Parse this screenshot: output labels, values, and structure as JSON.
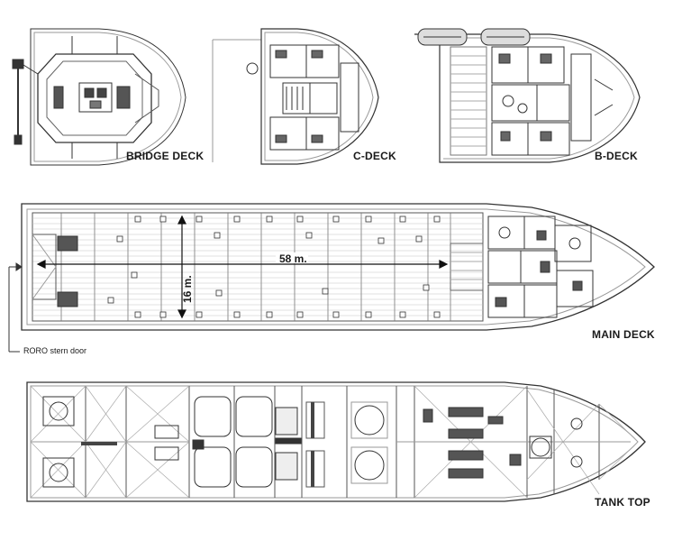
{
  "decks": {
    "bridge": {
      "label": "BRIDGE DECK"
    },
    "c_deck": {
      "label": "C-DECK"
    },
    "b_deck": {
      "label": "B-DECK"
    },
    "main": {
      "label": "MAIN DECK",
      "length_dim": "58 m.",
      "width_dim": "16 m.",
      "door_label": "RORO stern door"
    },
    "tank_top": {
      "label": "TANK TOP"
    }
  },
  "colors": {
    "line": "#333333",
    "light": "#888888",
    "fill": "#f4f4f4"
  }
}
